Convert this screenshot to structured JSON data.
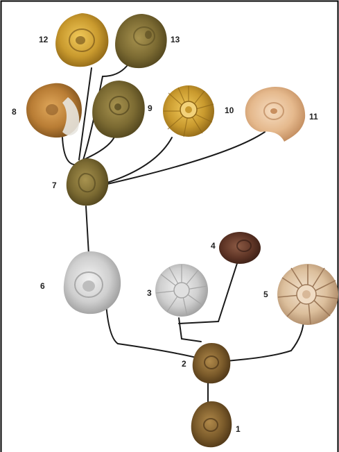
{
  "specimens": [
    {
      "id": "1",
      "label": "1"
    },
    {
      "id": "2",
      "label": "2"
    },
    {
      "id": "3",
      "label": "3"
    },
    {
      "id": "4",
      "label": "4"
    },
    {
      "id": "5",
      "label": "5"
    },
    {
      "id": "6",
      "label": "6"
    },
    {
      "id": "7",
      "label": "7"
    },
    {
      "id": "8",
      "label": "8"
    },
    {
      "id": "9",
      "label": "9"
    },
    {
      "id": "10",
      "label": "10"
    },
    {
      "id": "11",
      "label": "11"
    },
    {
      "id": "12",
      "label": "12"
    },
    {
      "id": "13",
      "label": "13"
    }
  ],
  "links": [
    [
      "1",
      "2"
    ],
    [
      "2",
      "6"
    ],
    [
      "2",
      "3"
    ],
    [
      "2",
      "4"
    ],
    [
      "2",
      "5"
    ],
    [
      "6",
      "7"
    ],
    [
      "7",
      "8"
    ],
    [
      "7",
      "9"
    ],
    [
      "7",
      "10"
    ],
    [
      "7",
      "11"
    ],
    [
      "7",
      "12"
    ],
    [
      "7",
      "13"
    ]
  ],
  "colors": {
    "background": "#ffffff",
    "frame": "#000000",
    "branch": "#1a1a1a",
    "label": "#222222"
  }
}
